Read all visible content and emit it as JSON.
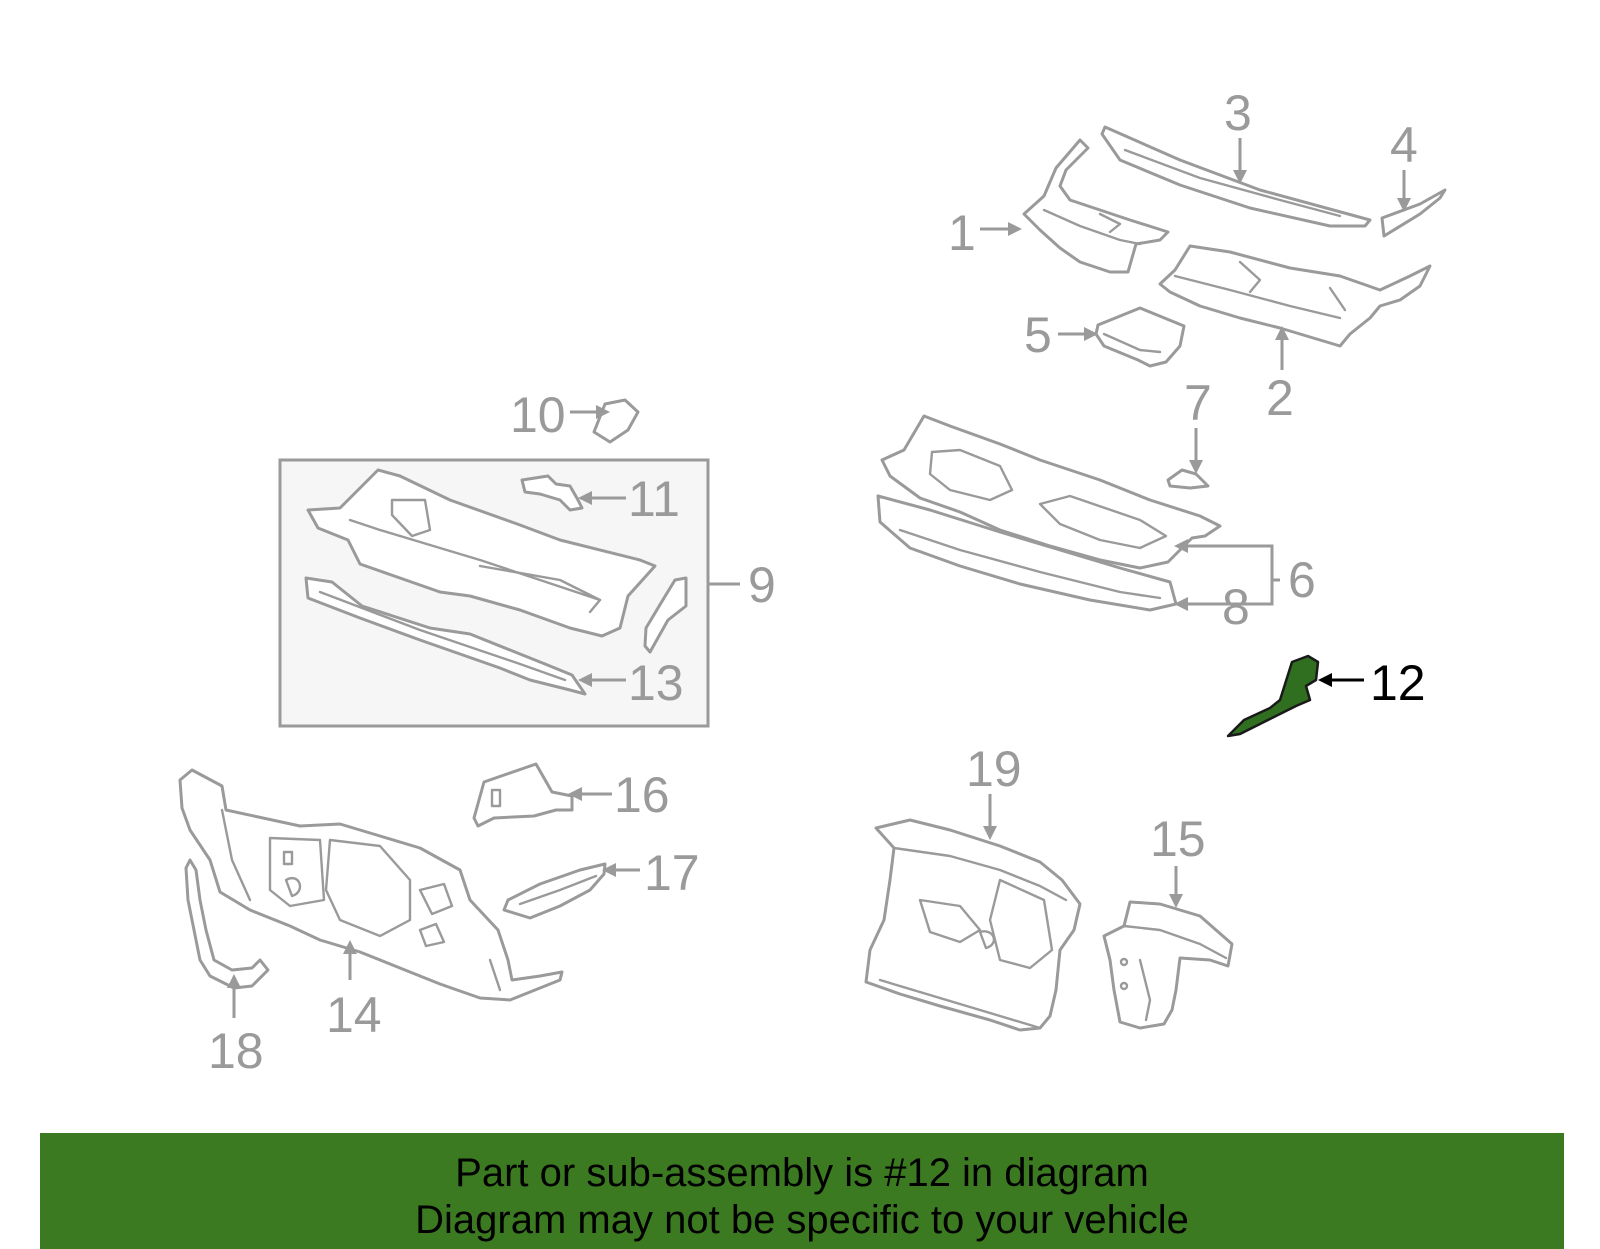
{
  "diagram": {
    "callouts": [
      "1",
      "2",
      "3",
      "4",
      "5",
      "6",
      "7",
      "8",
      "9",
      "10",
      "11",
      "12",
      "13",
      "14",
      "15",
      "16",
      "17",
      "18",
      "19"
    ],
    "highlighted_callout": "12",
    "highlight_color": "#2f6f1f",
    "part_color": "#9a9a9a"
  },
  "footer": {
    "line1": "Part or sub-assembly is #12 in diagram",
    "line2": "Diagram may not be specific to your vehicle",
    "background": "#3c7a22"
  }
}
